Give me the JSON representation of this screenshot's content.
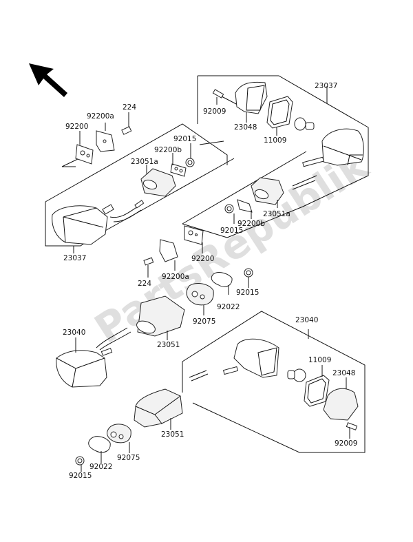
{
  "diagram": {
    "title": "Turn Signals",
    "watermark": "PartsRepublik",
    "direction_arrow": "front-direction-arrow",
    "groups": [
      {
        "id": "upper-left-assembly",
        "label": "23037"
      },
      {
        "id": "upper-right-assembly",
        "label": "23037"
      },
      {
        "id": "lower-right-assembly",
        "label": "23040"
      }
    ],
    "labels": [
      {
        "id": "p-92200a-tl",
        "text": "92200a"
      },
      {
        "id": "p-224-tl",
        "text": "224"
      },
      {
        "id": "p-92200-tl",
        "text": "92200"
      },
      {
        "id": "p-92015-tl",
        "text": "92015"
      },
      {
        "id": "p-92200b-tl",
        "text": "92200b"
      },
      {
        "id": "p-23051a-tl",
        "text": "23051a"
      },
      {
        "id": "p-23037-left",
        "text": "23037"
      },
      {
        "id": "p-92009-tr",
        "text": "92009"
      },
      {
        "id": "p-23048-tr",
        "text": "23048"
      },
      {
        "id": "p-11009-tr",
        "text": "11009"
      },
      {
        "id": "p-23037-right",
        "text": "23037"
      },
      {
        "id": "p-23051a-mr",
        "text": "23051a"
      },
      {
        "id": "p-92200b-mr",
        "text": "92200b"
      },
      {
        "id": "p-92015-mr",
        "text": "92015"
      },
      {
        "id": "p-92200-mid",
        "text": "92200"
      },
      {
        "id": "p-224-mid",
        "text": "224"
      },
      {
        "id": "p-92200a-mid",
        "text": "92200a"
      },
      {
        "id": "p-92015-mid",
        "text": "92015"
      },
      {
        "id": "p-92022-mid",
        "text": "92022"
      },
      {
        "id": "p-92075-mid",
        "text": "92075"
      },
      {
        "id": "p-23051-mid",
        "text": "23051"
      },
      {
        "id": "p-23040-left",
        "text": "23040"
      },
      {
        "id": "p-23040-right",
        "text": "23040"
      },
      {
        "id": "p-11009-br",
        "text": "11009"
      },
      {
        "id": "p-23048-br",
        "text": "23048"
      },
      {
        "id": "p-92009-br",
        "text": "92009"
      },
      {
        "id": "p-23051-low",
        "text": "23051"
      },
      {
        "id": "p-92075-low",
        "text": "92075"
      },
      {
        "id": "p-92022-low",
        "text": "92022"
      },
      {
        "id": "p-92015-low",
        "text": "92015"
      }
    ]
  }
}
